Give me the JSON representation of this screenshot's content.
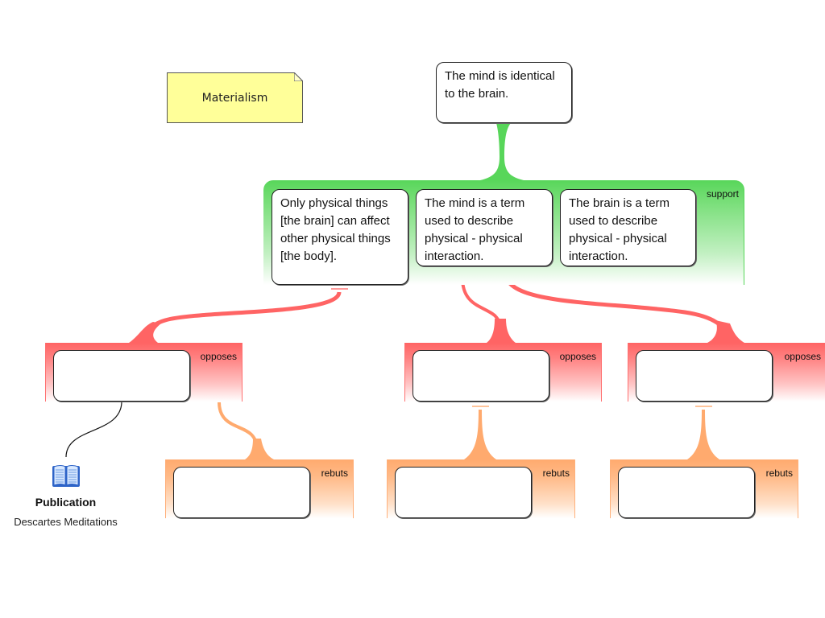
{
  "note": {
    "label": "Materialism",
    "color": "#ffff99"
  },
  "claim": {
    "text": "The mind is identical to the brain."
  },
  "support_group": {
    "label": "support",
    "color": "#58d65a",
    "premises": [
      {
        "text": "Only physical things [the brain] can affect other physical things [the body]."
      },
      {
        "text": "The mind is a term used to describe physical - physical interaction."
      },
      {
        "text": "The brain is a term used to describe physical - physical interaction."
      }
    ]
  },
  "objections": [
    {
      "label": "opposes",
      "text": "",
      "color": "#ff6464"
    },
    {
      "label": "opposes",
      "text": "",
      "color": "#ff6464"
    },
    {
      "label": "opposes",
      "text": "",
      "color": "#ff6464"
    }
  ],
  "rebuttals": [
    {
      "label": "rebuts",
      "text": "",
      "color": "#ffaa6e"
    },
    {
      "label": "rebuts",
      "text": "",
      "color": "#ffaa6e"
    },
    {
      "label": "rebuts",
      "text": "",
      "color": "#ffaa6e"
    }
  ],
  "publication": {
    "icon": "book-icon",
    "title": "Publication",
    "subtitle": "Descartes Meditations"
  }
}
